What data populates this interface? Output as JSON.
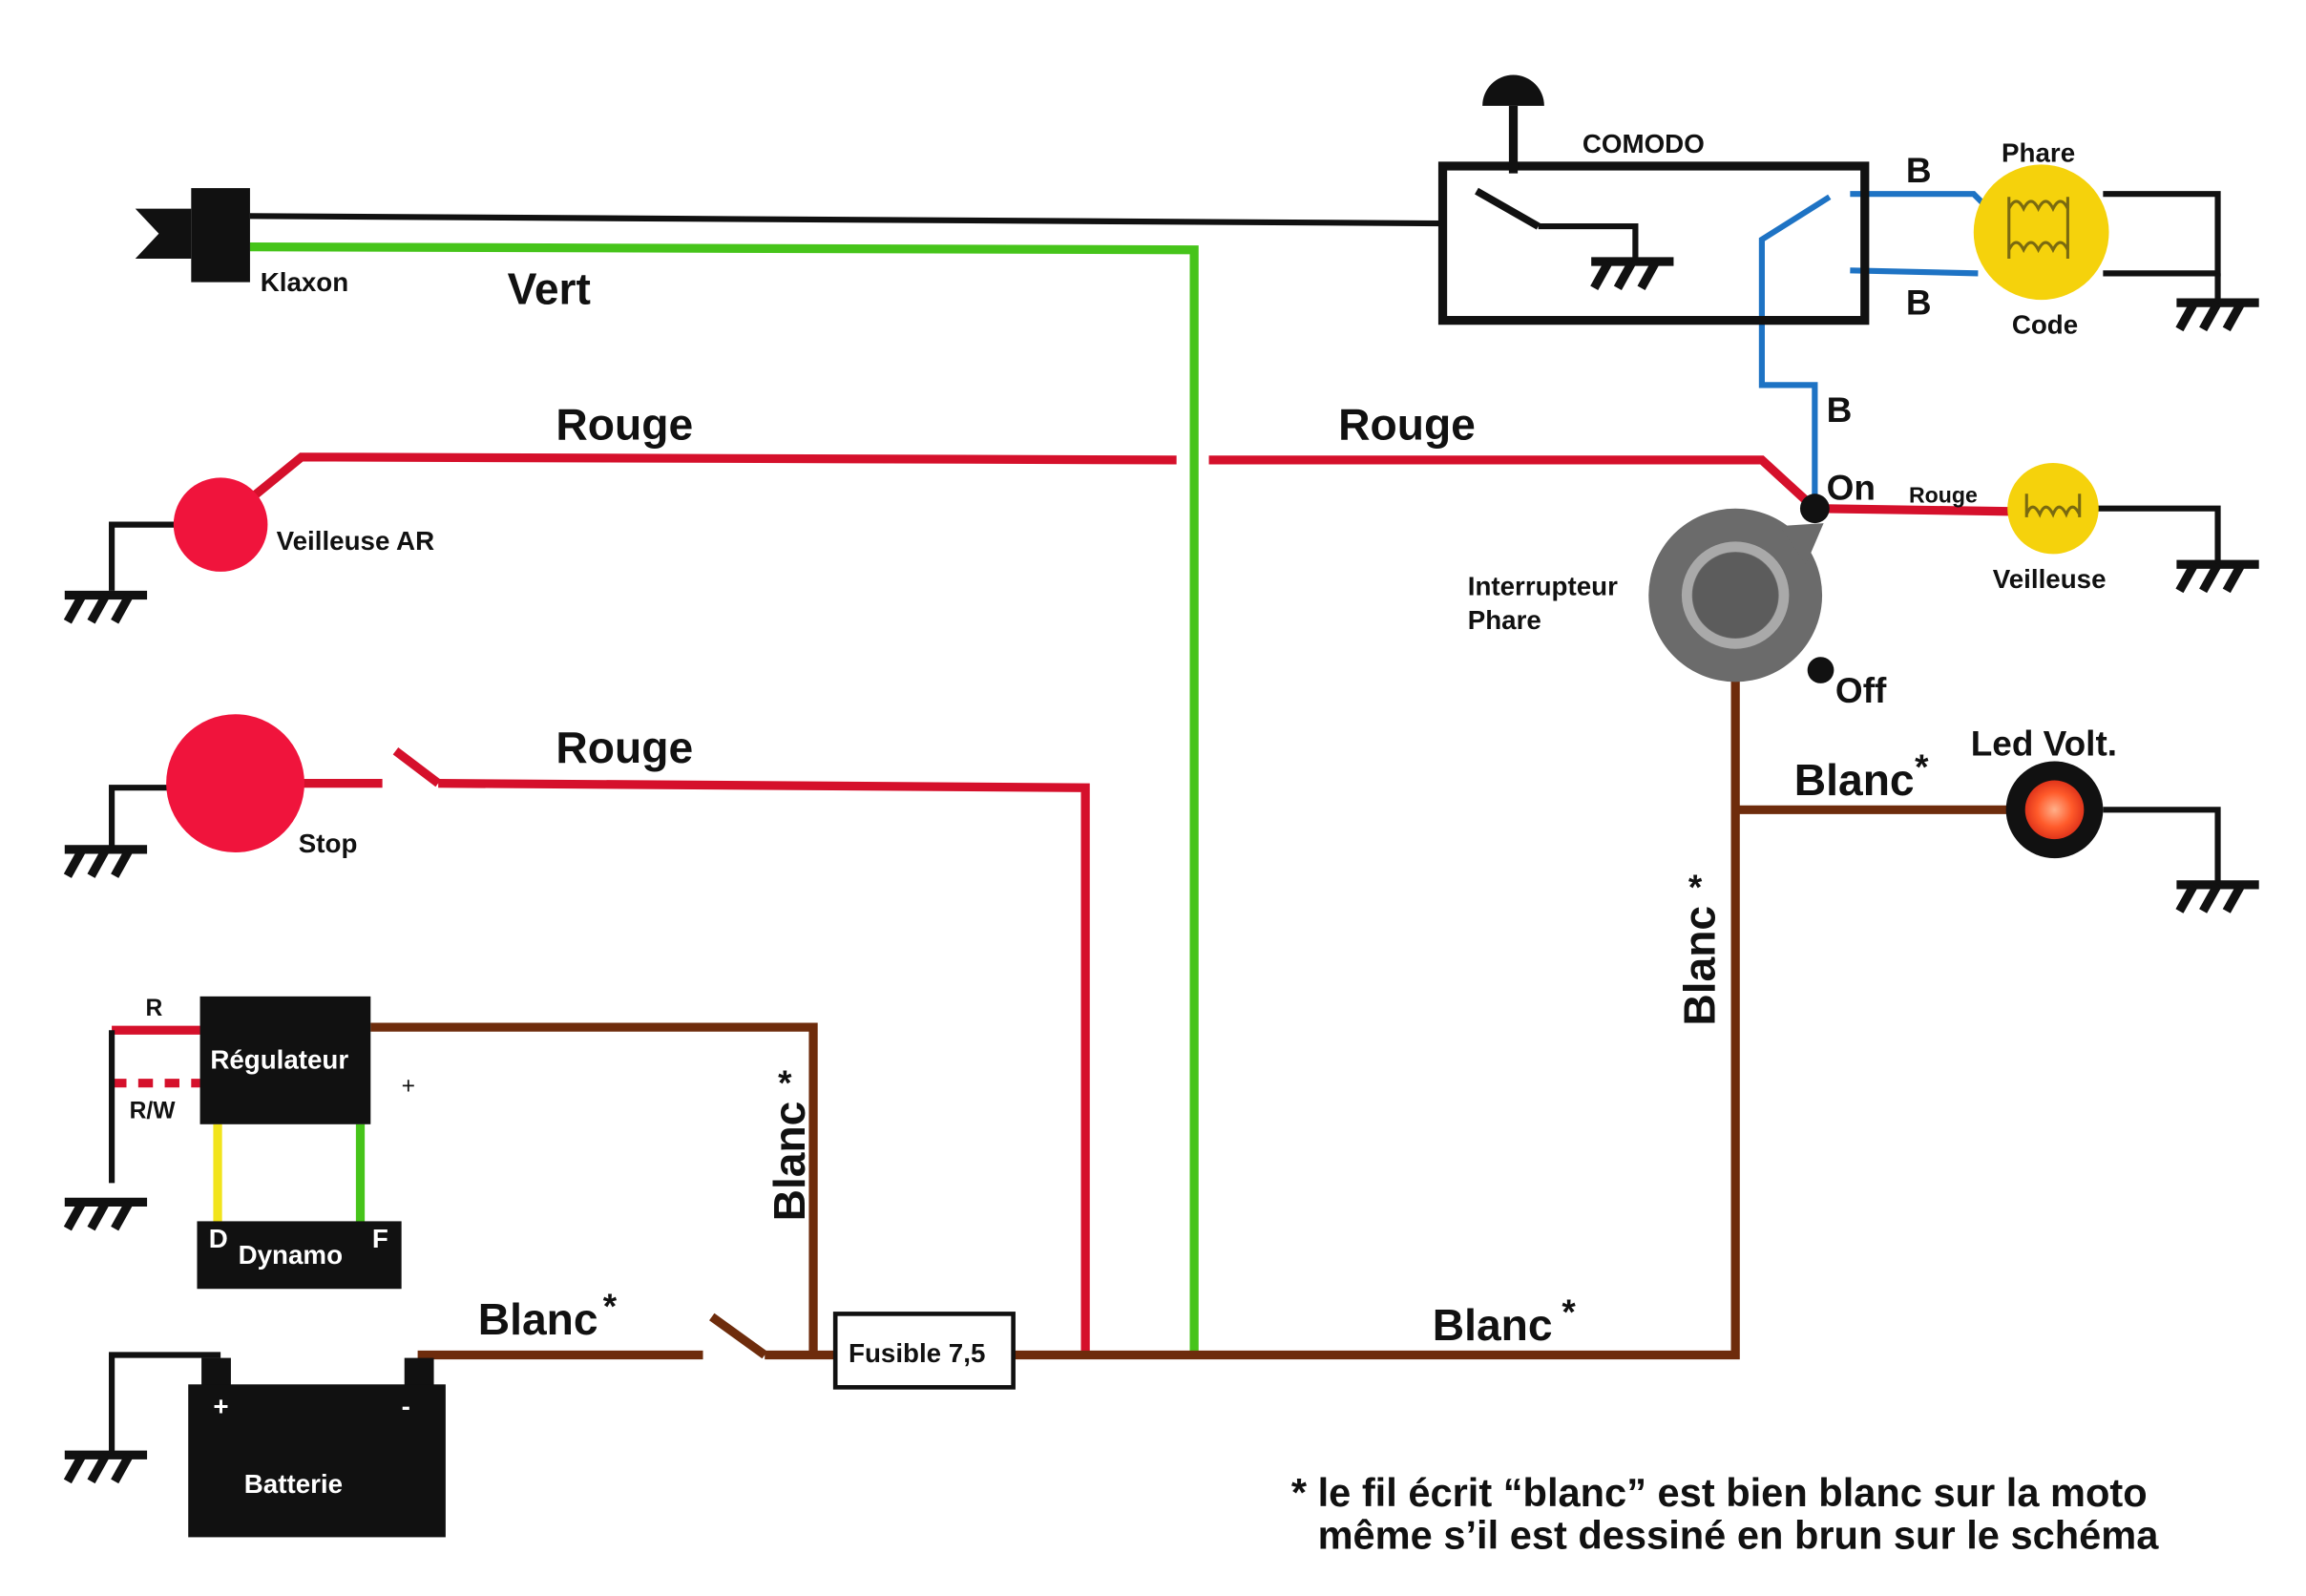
{
  "components": {
    "comodo": "COMODO",
    "klaxon": "Klaxon",
    "phare": "Phare",
    "code": "Code",
    "veilleuse_ar": "Veilleuse AR",
    "stop": "Stop",
    "regulateur": "Régulateur",
    "dynamo": "Dynamo",
    "dynamo_d": "D",
    "dynamo_f": "F",
    "batterie": "Batterie",
    "batt_plus": "+",
    "batt_minus": "-",
    "fusible": "Fusible 7,5",
    "interrupteur_line1": "Interrupteur",
    "interrupteur_line2": "Phare",
    "veilleuse": "Veilleuse",
    "led_volt": "Led Volt.",
    "on": "On",
    "off": "Off"
  },
  "wires": {
    "vert": "Vert",
    "rouge": "Rouge",
    "rouge_small": "Rouge",
    "blanc": "Blanc",
    "star": "*",
    "b": "B",
    "r": "R",
    "rw": "R/W"
  },
  "note": {
    "line1": "* le fil écrit “blanc” est bien blanc sur la moto",
    "line2": "même s’il est dessiné en brun sur le schéma"
  },
  "colors": {
    "red": "#d5102b",
    "green": "#46c41a",
    "brown": "#6e2c0c",
    "blue": "#1e73c4",
    "yellow": "#f5d20c",
    "grey": "#6b6b6b"
  }
}
